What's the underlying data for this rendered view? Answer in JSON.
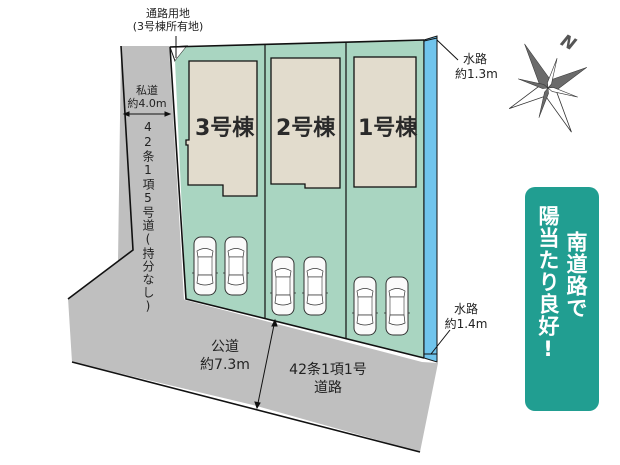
{
  "labels": {
    "access_land": {
      "line1": "通路用地",
      "line2": "(3号棟所有地)"
    },
    "private_road": {
      "line1": "私道",
      "line2": "約4.0m",
      "classification": "42条1項5号道(持分なし)"
    },
    "waterway_north": {
      "line1": "水路",
      "line2": "約1.3m"
    },
    "waterway_south": {
      "line1": "水路",
      "line2": "約1.4m"
    },
    "public_road": {
      "line1": "公道",
      "line2": "約7.3m",
      "classification_line1": "42条1項1号",
      "classification_line2": "道路"
    }
  },
  "buildings": [
    {
      "label": "3号棟",
      "parking_spaces": 2
    },
    {
      "label": "2号棟",
      "parking_spaces": 2
    },
    {
      "label": "1号棟",
      "parking_spaces": 2
    }
  ],
  "compass": {
    "label": "N"
  },
  "badge": {
    "col1": "南道路で",
    "col2": "陽当たり良好!"
  },
  "colors": {
    "lot_green": "#a9d5c1",
    "building_beige": "#e2dccd",
    "road_gray": "#bfbfbf",
    "waterway_blue": "#70c4ec",
    "badge_teal": "#219e91",
    "compass_gray": "#6b6b6b"
  }
}
